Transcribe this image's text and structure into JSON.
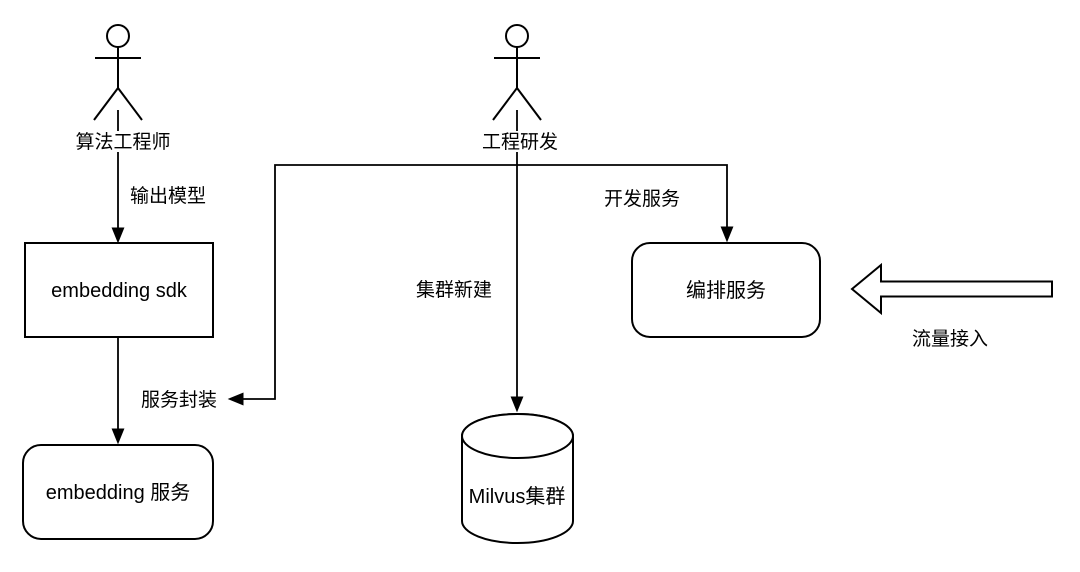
{
  "diagram": {
    "background_color": "#ffffff",
    "line_color": "#000000",
    "actors": [
      {
        "id": "algorithm-engineer",
        "label": "算法工程师"
      },
      {
        "id": "engineering-dev",
        "label": "工程研发"
      }
    ],
    "nodes": [
      {
        "id": "embedding-sdk",
        "shape": "rectangle",
        "label": "embedding sdk"
      },
      {
        "id": "embedding-service",
        "shape": "rounded-rectangle",
        "label": "embedding 服务"
      },
      {
        "id": "orchestration-service",
        "shape": "rounded-rectangle",
        "label": "编排服务"
      },
      {
        "id": "milvus-cluster",
        "shape": "cylinder",
        "label": "Milvus集群"
      }
    ],
    "edges": [
      {
        "id": "output-model",
        "from": "algorithm-engineer",
        "to": "embedding-sdk",
        "label": "输出模型"
      },
      {
        "id": "sdk-to-service",
        "from": "embedding-sdk",
        "to": "embedding-service",
        "label": ""
      },
      {
        "id": "cluster-create",
        "from": "engineering-dev",
        "to": "milvus-cluster",
        "label": "集群新建"
      },
      {
        "id": "service-wrap",
        "from": "engineering-dev",
        "to": "embedding-sdk-flow",
        "label": "服务封装"
      },
      {
        "id": "develop-service",
        "from": "engineering-dev",
        "to": "orchestration-service",
        "label": "开发服务"
      }
    ],
    "annotations": [
      {
        "id": "traffic-ingress",
        "shape": "big-left-arrow",
        "label": "流量接入"
      }
    ]
  }
}
